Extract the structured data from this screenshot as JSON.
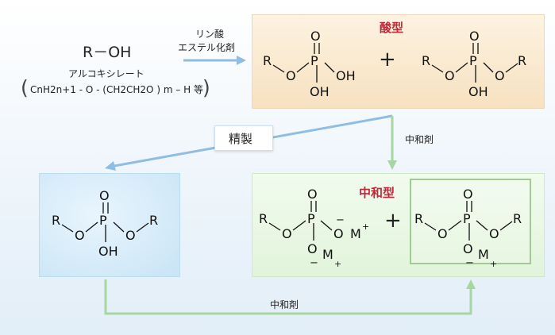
{
  "start": {
    "formula": "R－OH",
    "name": "アルコキシレート",
    "bracket_open": "(",
    "bracket_close": ")",
    "general": "CnH2n+1 - O - (CH2CH2O ) m – H  等"
  },
  "step_esterify": {
    "line1": "リン酸",
    "line2": "エステル化剤"
  },
  "acid_box": {
    "title": "酸型",
    "plus": "+"
  },
  "step_purify": {
    "label": "精製"
  },
  "step_neutralize_right": {
    "label": "中和剤"
  },
  "neutral_box": {
    "title": "中和型",
    "plus": "+"
  },
  "step_neutralize_bottom": {
    "label": "中和剤"
  },
  "atoms": {
    "R": "R",
    "O": "O",
    "P": "P",
    "OH": "OH",
    "M": "M",
    "plus_sup": "+",
    "minus": "−"
  },
  "colors": {
    "arrow_blue": "#8fbde3",
    "arrow_green": "#a8d6a0",
    "title_red": "#c0283a",
    "acid_bg": "#f7e1c0",
    "neutral_bg": "#e2f4db",
    "purified_bg": "#c8e4f6"
  }
}
